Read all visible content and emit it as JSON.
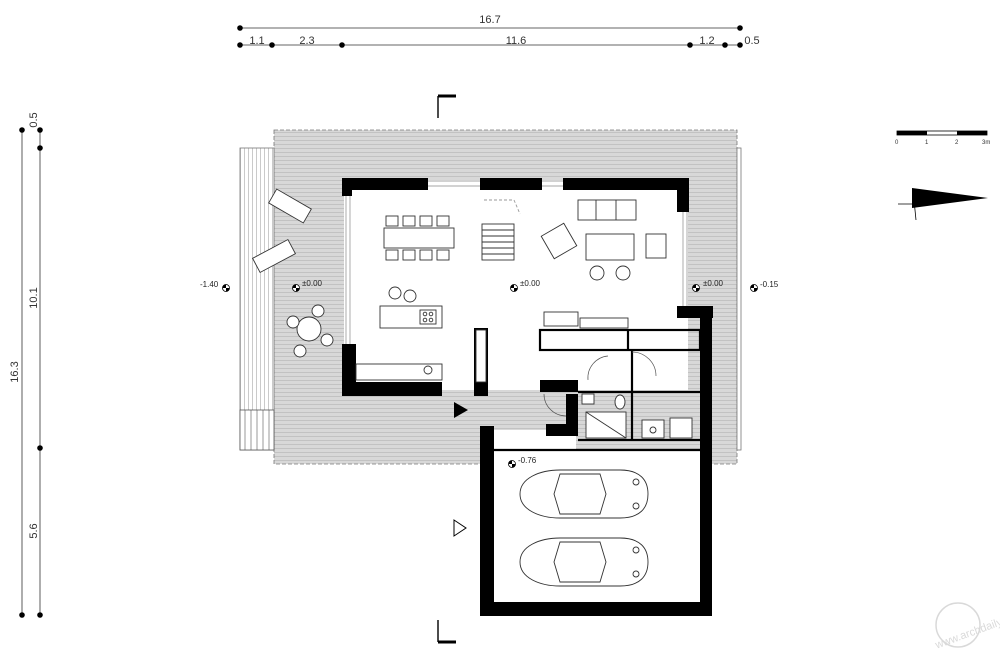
{
  "dimensions": {
    "top_total": "16.7",
    "top_segments": [
      "1.1",
      "2.3",
      "11.6",
      "1.2",
      "0.5"
    ],
    "left_total": "16.3",
    "left_segments": [
      "0.5",
      "10.1",
      "5.6"
    ]
  },
  "levels": {
    "west_outside": "-1.40",
    "terrace_west": "±0.00",
    "living": "±0.00",
    "terrace_east": "±0.00",
    "east_outside": "-0.15",
    "garage": "-0.76"
  },
  "scale_bar": {
    "labels": [
      "0",
      "1",
      "2",
      "3m"
    ]
  },
  "watermark": {
    "text": "www.archdaily.cn"
  },
  "colors": {
    "wall": "#000000",
    "terrace": "#d6d6d6",
    "line": "#555555"
  }
}
